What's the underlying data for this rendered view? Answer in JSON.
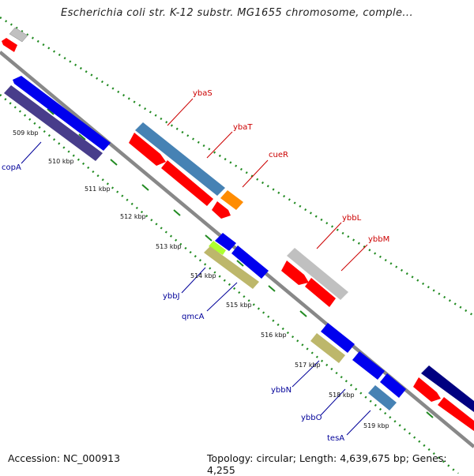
{
  "header": {
    "title": "Escherichia coli str. K-12 substr. MG1655 chromosome, comple..."
  },
  "footer": {
    "accession": "Accession: NC_000913",
    "topology": "Topology: circular; Length: 4,639,675 bp; Genes: 4,255"
  },
  "scale": {
    "ticks": [
      "509 kbp",
      "510 kbp",
      "511 kbp",
      "512 kbp",
      "513 kbp",
      "514 kbp",
      "515 kbp",
      "516 kbp",
      "517 kbp",
      "518 kbp",
      "519 kbp"
    ]
  },
  "genes": {
    "forward": [
      "ybaS",
      "ybaT",
      "cueR",
      "ybbL",
      "ybbM"
    ],
    "reverse": [
      "copA",
      "ybbJ",
      "qmcA",
      "ybbN",
      "ybbO",
      "tesA"
    ]
  },
  "colors": {
    "backbone": "#888888",
    "tick_marks": "#228b22",
    "cds_red": "#ff0000",
    "cds_blue": "#0000ee",
    "cds_steel": "#4682b4",
    "cds_grey": "#c0c0c0",
    "cds_olive": "#bdb76b",
    "cds_orange": "#ff8c00",
    "cds_navy": "#000080",
    "cds_slate": "#483d8b",
    "cds_lime": "#adff2f",
    "label_forward": "#cc0000",
    "label_reverse": "#000099"
  }
}
